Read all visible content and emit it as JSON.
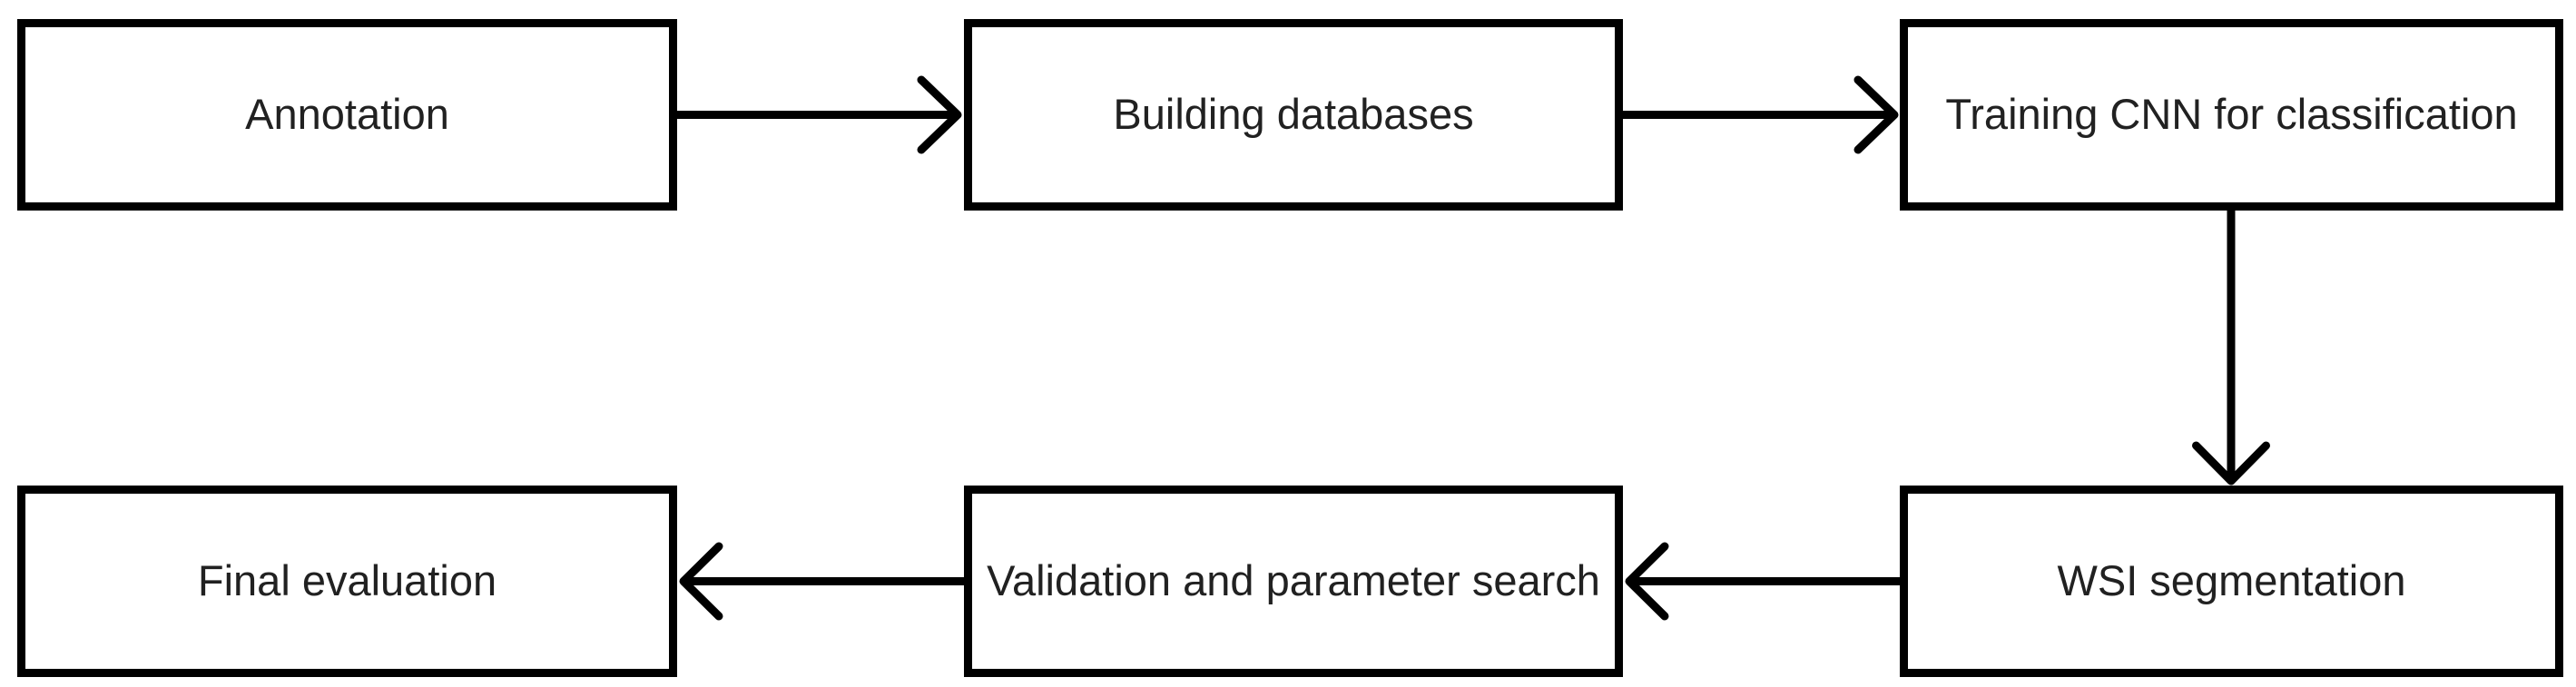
{
  "diagram": {
    "type": "flowchart",
    "nodes": [
      {
        "id": "annotation",
        "label": "Annotation"
      },
      {
        "id": "building-db",
        "label": "Building databases"
      },
      {
        "id": "training-cnn",
        "label": "Training CNN for classification"
      },
      {
        "id": "wsi-segmentation",
        "label": "WSI segmentation"
      },
      {
        "id": "validation",
        "label": "Validation and parameter search"
      },
      {
        "id": "final-evaluation",
        "label": "Final evaluation"
      }
    ],
    "edges": [
      {
        "from": "annotation",
        "to": "building-db",
        "direction": "right"
      },
      {
        "from": "building-db",
        "to": "training-cnn",
        "direction": "right"
      },
      {
        "from": "training-cnn",
        "to": "wsi-segmentation",
        "direction": "down"
      },
      {
        "from": "wsi-segmentation",
        "to": "validation",
        "direction": "left"
      },
      {
        "from": "validation",
        "to": "final-evaluation",
        "direction": "left"
      }
    ]
  },
  "colors": {
    "node_border": "#000000",
    "node_fill": "#ffffff",
    "text": "#212121",
    "arrow": "#000000",
    "background": "#ffffff"
  }
}
